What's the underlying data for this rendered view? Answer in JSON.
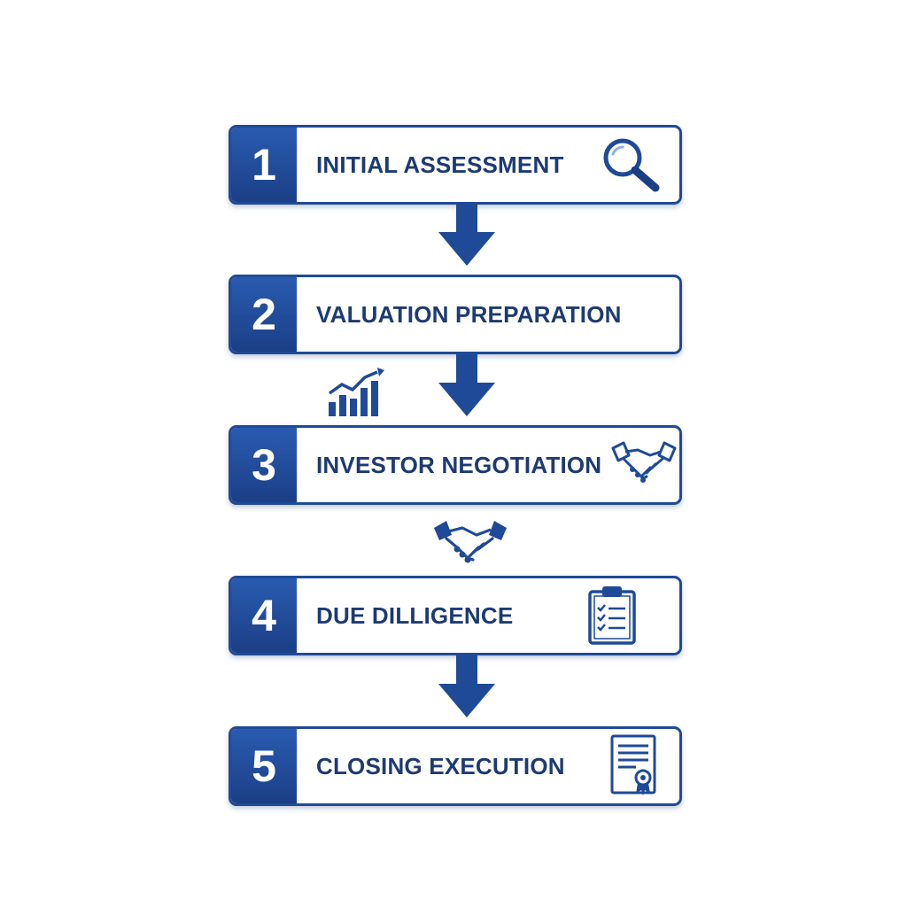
{
  "steps": [
    {
      "number": "1",
      "label": "INITIAL ASSESSMENT",
      "icon": "magnifying-glass-icon"
    },
    {
      "number": "2",
      "label": "VALUATION PREPARATION",
      "icon": "none"
    },
    {
      "number": "3",
      "label": "INVESTOR NEGOTIATION",
      "icon": "handshake-icon"
    },
    {
      "number": "4",
      "label": "DUE DILLIGENCE",
      "icon": "clipboard-checklist-icon"
    },
    {
      "number": "5",
      "label": "CLOSING EXECUTION",
      "icon": "certificate-document-icon"
    }
  ],
  "decorations": [
    "growth-chart-icon",
    "handshake-icon"
  ],
  "colors": {
    "primary": "#1f4a97",
    "primary_dark": "#1b3f86",
    "text": "#1d3a72",
    "background": "#ffffff"
  }
}
